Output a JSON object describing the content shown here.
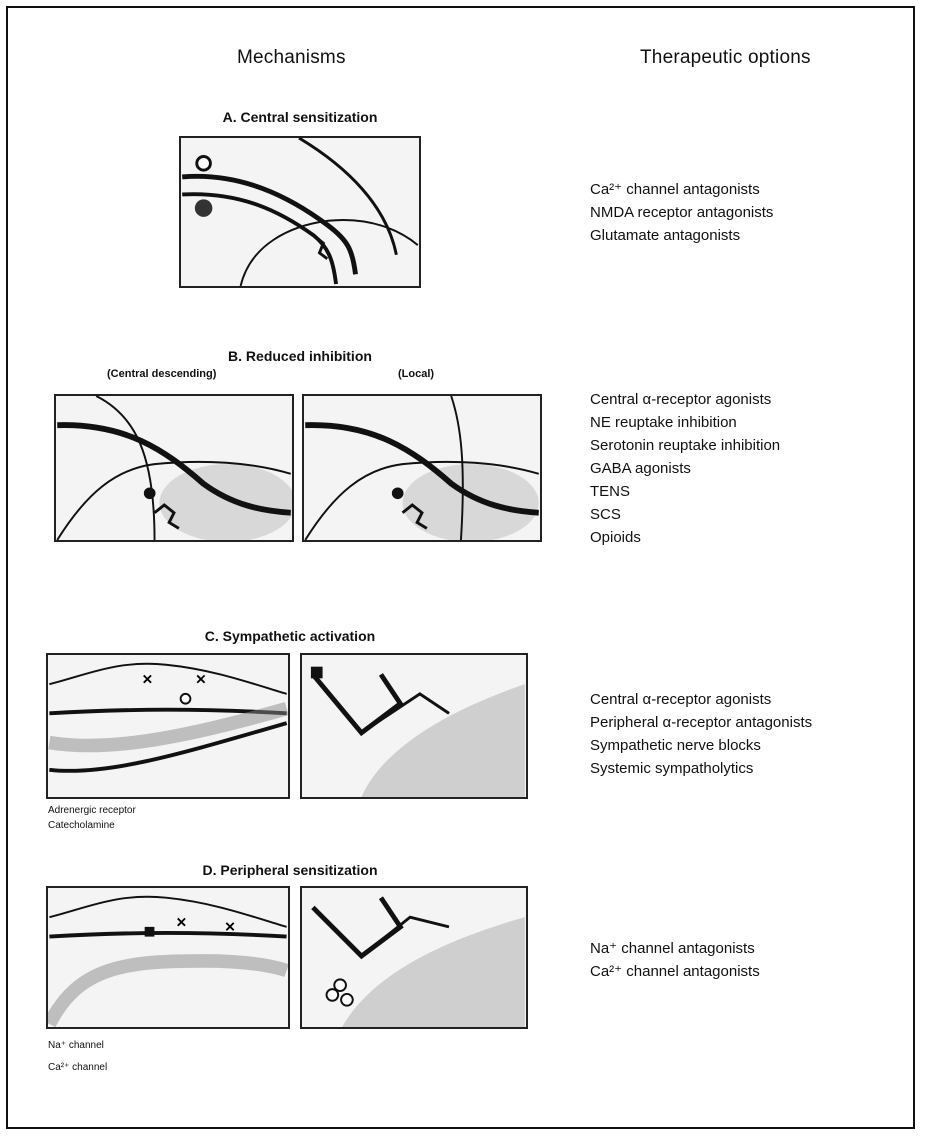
{
  "headers": {
    "mechanisms": "Mechanisms",
    "therapeutic": "Therapeutic options"
  },
  "sections": {
    "a": {
      "title": "A. Central sensitization",
      "therapies": [
        "Ca²⁺ channel antagonists",
        "NMDA receptor antagonists",
        "Glutamate antagonists"
      ]
    },
    "b": {
      "title": "B. Reduced inhibition",
      "sub_left": "(Central descending)",
      "sub_right": "(Local)",
      "therapies": [
        "Central α-receptor agonists",
        "NE reuptake inhibition",
        "Serotonin reuptake inhibition",
        "GABA agonists",
        "TENS",
        "SCS",
        "Opioids"
      ]
    },
    "c": {
      "title": "C. Sympathetic activation",
      "legend": [
        "Adrenergic receptor",
        "Catecholamine"
      ],
      "therapies": [
        "Central α-receptor agonists",
        "Peripheral α-receptor antagonists",
        "Sympathetic nerve blocks",
        "Systemic sympatholytics"
      ]
    },
    "d": {
      "title": "D. Peripheral sensitization",
      "legend": [
        "Na⁺ channel",
        "Ca²⁺ channel"
      ],
      "therapies": [
        "Na⁺ channel antagonists",
        "Ca²⁺ channel antagonists"
      ]
    }
  }
}
